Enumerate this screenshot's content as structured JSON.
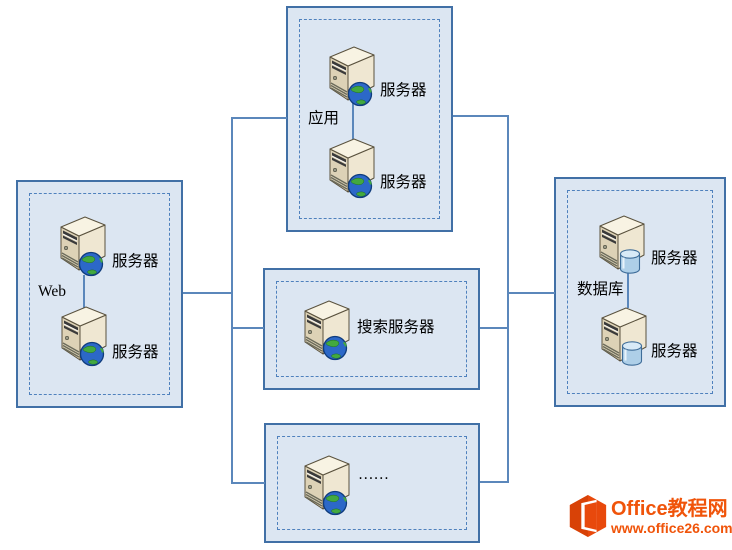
{
  "colors": {
    "box_fill": "#dce6f2",
    "box_border": "#4170a6",
    "dashed_border": "#4f81bd",
    "connector_line": "#5b87bb",
    "label_text": "#000000",
    "brand_orange": "#f0540a"
  },
  "groups": {
    "web": {
      "label": "Web",
      "servers": [
        "服务器",
        "服务器"
      ],
      "icon": "server-with-globe-icon"
    },
    "app": {
      "label": "应用",
      "servers": [
        "服务器",
        "服务器"
      ],
      "icon": "server-with-globe-icon"
    },
    "search": {
      "servers": [
        "搜索服务器"
      ],
      "icon": "server-with-globe-icon"
    },
    "more": {
      "servers": [
        "……"
      ],
      "icon": "server-with-globe-icon"
    },
    "db": {
      "label": "数据库",
      "servers": [
        "服务器",
        "服务器"
      ],
      "icon": "server-with-database-icon"
    }
  },
  "connections": [
    "web -> app",
    "web -> search",
    "web -> more",
    "app -> db",
    "search -> db",
    "more -> db"
  ],
  "watermark": {
    "brand": "Office教程网",
    "url": "www.office26.com",
    "logo": "office-hexagon-logo"
  }
}
